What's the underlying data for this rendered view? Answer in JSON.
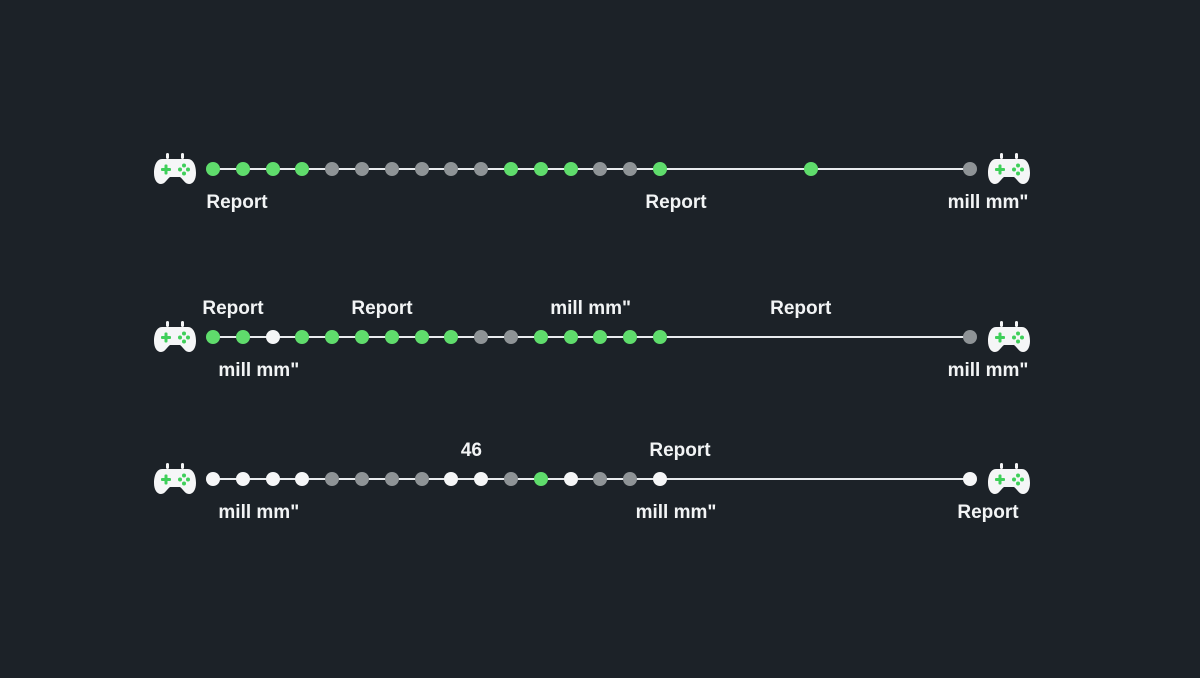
{
  "colors": {
    "background": "#1c2228",
    "line": "#e9ecee",
    "dot_green": "#5fdc6c",
    "dot_gray": "#8e9396",
    "dot_white": "#f5f6f7",
    "pad_body": "#f5f6f7",
    "pad_buttons": "#3fcf5a",
    "label": "#f2f4f5"
  },
  "icons": {
    "start": "gamepad-icon",
    "end": "gamepad-icon"
  },
  "tracks": [
    {
      "dots": [
        "green",
        "green",
        "green",
        "green",
        "gray",
        "gray",
        "gray",
        "gray",
        "gray",
        "gray",
        "green",
        "green",
        "green",
        "gray",
        "gray",
        "green"
      ],
      "extra_dots": [
        {
          "position": 0.79,
          "state": "green"
        },
        {
          "position": 1.0,
          "state": "gray"
        }
      ],
      "labels_above": [],
      "labels_below": [
        {
          "at": 1,
          "text": "Report"
        },
        {
          "at": 16,
          "text": "Report"
        },
        {
          "at": "end",
          "text": "mill mm\""
        }
      ]
    },
    {
      "dots": [
        "green",
        "green",
        "white",
        "green",
        "green",
        "green",
        "green",
        "green",
        "green",
        "gray",
        "gray",
        "green",
        "green",
        "green",
        "green",
        "green"
      ],
      "extra_dots": [
        {
          "position": 1.0,
          "state": "gray"
        }
      ],
      "labels_above": [
        {
          "at": 1,
          "text": "Report"
        },
        {
          "at": 6,
          "text": "Report"
        },
        {
          "at": 13,
          "text": "mill mm\""
        },
        {
          "at": 0.75,
          "text": "Report"
        }
      ],
      "labels_below": [
        {
          "at": 2,
          "text": "mill mm\""
        },
        {
          "at": "end",
          "text": "mill mm\""
        }
      ]
    },
    {
      "dots": [
        "white",
        "white",
        "white",
        "white",
        "gray",
        "gray",
        "gray",
        "gray",
        "white",
        "white",
        "gray",
        "green",
        "white",
        "gray",
        "gray",
        "white"
      ],
      "extra_dots": [
        {
          "position": 1.0,
          "state": "white"
        }
      ],
      "labels_above": [
        {
          "at": 9,
          "text": "46"
        },
        {
          "at": 16,
          "text": "Report"
        }
      ],
      "labels_below": [
        {
          "at": 2,
          "text": "mill mm\""
        },
        {
          "at": 16,
          "text": "mill mm\""
        },
        {
          "at": "end",
          "text": "Report"
        }
      ]
    }
  ]
}
